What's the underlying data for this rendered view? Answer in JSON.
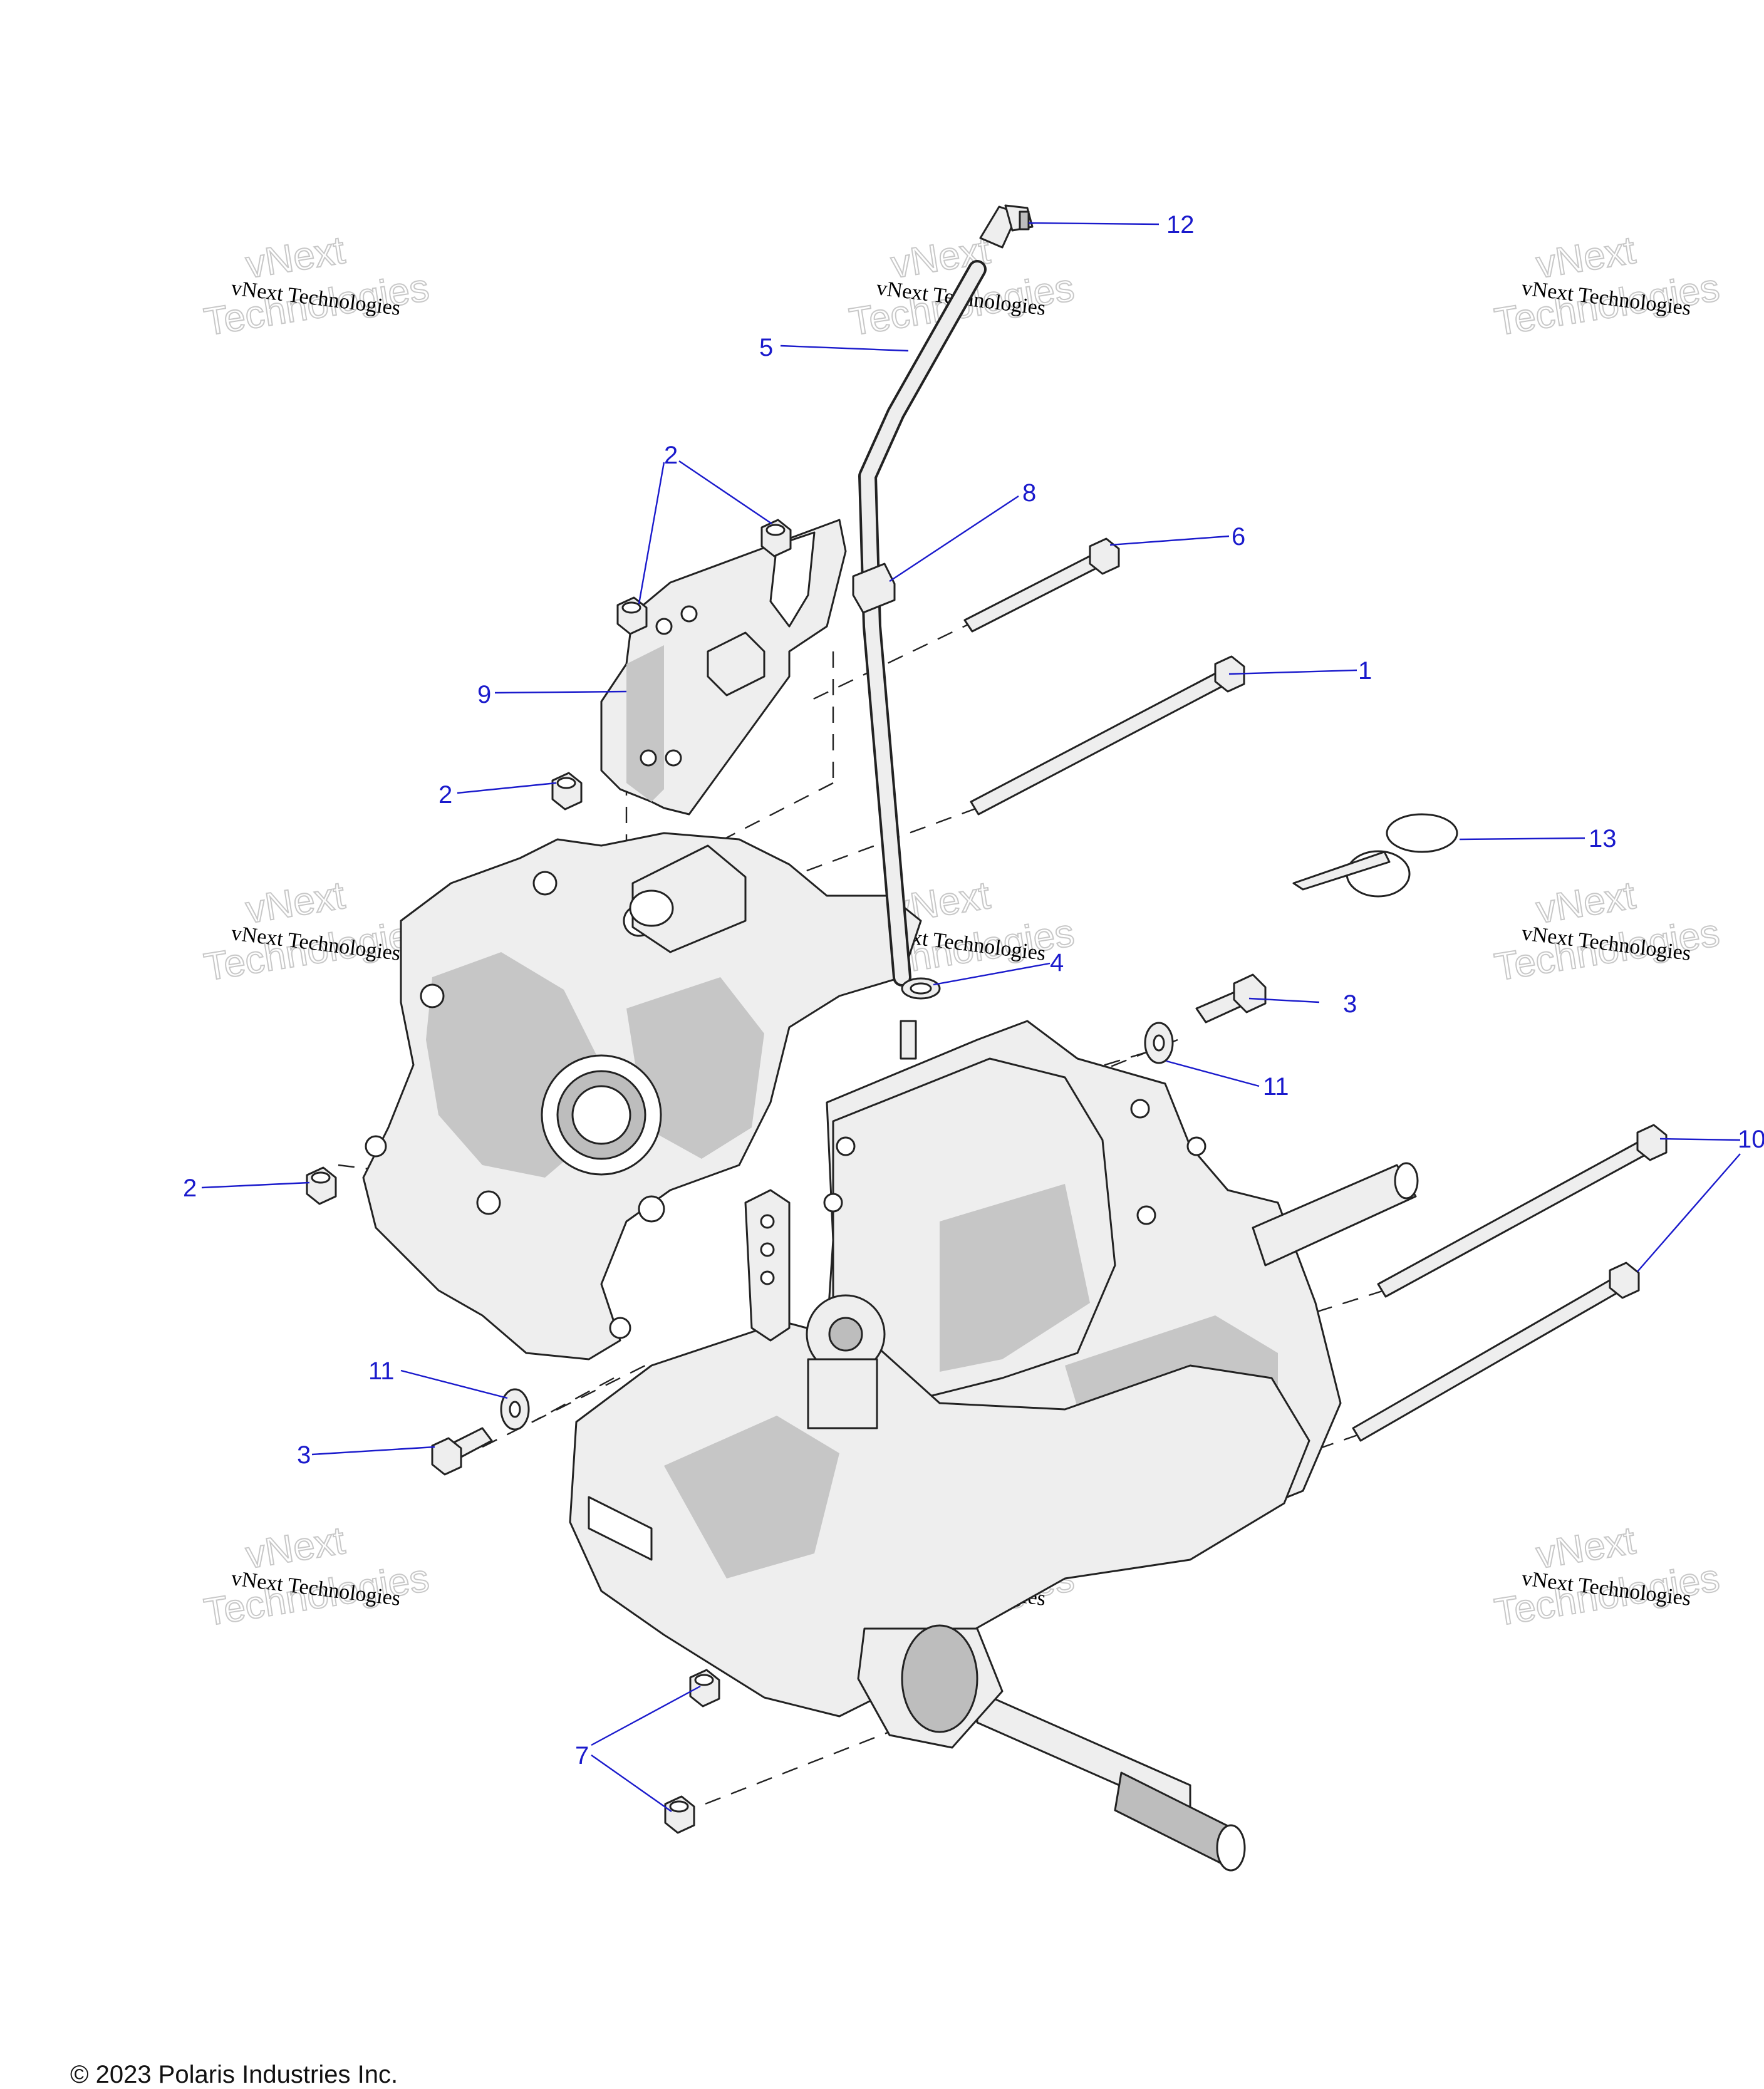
{
  "callouts": {
    "c1": "1",
    "c2a": "2",
    "c2b": "2",
    "c2c": "2",
    "c3a": "3",
    "c3b": "3",
    "c4": "4",
    "c5": "5",
    "c6": "6",
    "c7": "7",
    "c8": "8",
    "c9": "9",
    "c10": "10",
    "c11a": "11",
    "c11b": "11",
    "c12": "12",
    "c13": "13"
  },
  "watermark": {
    "line1": "vNext Technologies",
    "line2": "vNext",
    "line3": "Technologies"
  },
  "copyright": "© 2023 Polaris Industries Inc.",
  "colors": {
    "callout": "#1a1acc",
    "line_art": "#222222",
    "shading": "#c6c6c6"
  }
}
